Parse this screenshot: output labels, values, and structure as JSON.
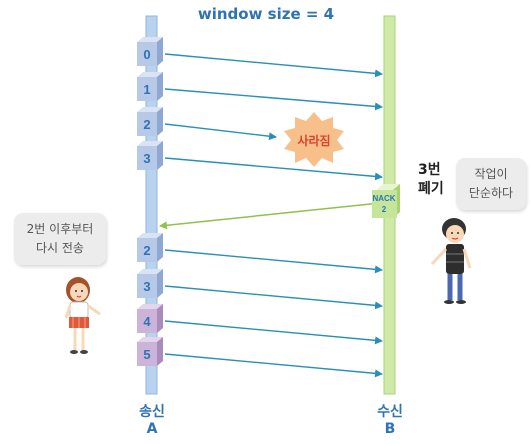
{
  "title": "window size = 4",
  "sender": {
    "name": "송신",
    "id": "A"
  },
  "receiver": {
    "name": "수신",
    "id": "B"
  },
  "packets": [
    {
      "label": "0",
      "color": "blue",
      "lost": false
    },
    {
      "label": "1",
      "color": "blue",
      "lost": false
    },
    {
      "label": "2",
      "color": "blue",
      "lost": true
    },
    {
      "label": "3",
      "color": "blue",
      "lost": false
    },
    {
      "label": "2",
      "color": "blue",
      "lost": false
    },
    {
      "label": "3",
      "color": "blue",
      "lost": false
    },
    {
      "label": "4",
      "color": "purple",
      "lost": false
    },
    {
      "label": "5",
      "color": "purple",
      "lost": false
    }
  ],
  "lost_label": "사라짐",
  "nack": {
    "line1": "NACK",
    "line2": "2"
  },
  "discard_note": {
    "line1": "3번",
    "line2": "폐기"
  },
  "left_bubble": {
    "line1": "2번 이후부터",
    "line2": "다시 전송"
  },
  "right_bubble": {
    "line1": "작업이",
    "line2": "단순하다"
  },
  "colors": {
    "sender_bar": "#b8d3f0",
    "receiver_bar": "#cfe9a8",
    "arrow": "#2a8fb8",
    "nack_arrow": "#8fc24a",
    "packet_blue": "#b7c9e6",
    "packet_purple": "#cbb4d8",
    "burst": "#f7c08b",
    "text_blue": "#2f73b5"
  }
}
